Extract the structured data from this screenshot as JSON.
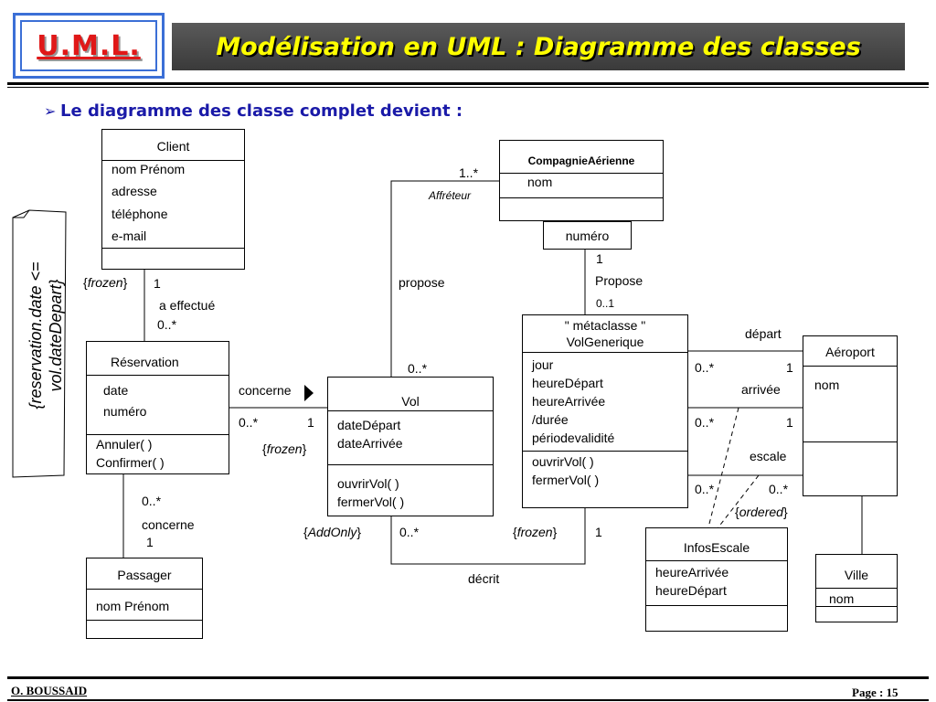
{
  "header": {
    "logo": "U.M.L.",
    "title": "Modélisation en UML : Diagramme des classes"
  },
  "intro": {
    "text": "Le diagramme des classe complet devient :"
  },
  "classes": {
    "client": {
      "name": "Client",
      "attributes": [
        "nom Prénom",
        "adresse",
        "téléphone",
        "e-mail"
      ]
    },
    "compagnie": {
      "name": "CompagnieAérienne",
      "attributes": [
        "nom"
      ],
      "qualifier": "numéro"
    },
    "reservation": {
      "name": "Réservation",
      "attributes": [
        "date",
        "numéro"
      ],
      "operations": [
        "Annuler( )",
        "Confirmer( )"
      ]
    },
    "vol": {
      "name": "Vol",
      "attributes": [
        "dateDépart",
        "dateArrivée"
      ],
      "operations": [
        "ouvrirVol( )",
        "fermerVol( )"
      ]
    },
    "volgenerique": {
      "stereotype": "\" métaclasse \"",
      "name": "VolGenerique",
      "attributes": [
        "jour",
        "heureDépart",
        "heureArrivée",
        "/durée",
        "périodevalidité"
      ],
      "operations": [
        "ouvrirVol( )",
        "fermerVol( )"
      ]
    },
    "aeroport": {
      "name": "Aéroport",
      "attributes": [
        "nom"
      ]
    },
    "passager": {
      "name": "Passager",
      "attributes": [
        "nom Prénom"
      ]
    },
    "infosescale": {
      "name": "InfosEscale",
      "attributes": [
        "heureArrivée",
        "heureDépart"
      ]
    },
    "ville": {
      "name": "Ville",
      "attributes": [
        "nom"
      ]
    }
  },
  "labels": {
    "frozen": "frozen",
    "client_mult": "1",
    "a_effectue": "a effectué",
    "res_mult": "0..*",
    "mult_1_star": "1..*",
    "affreteur": "Affréteur",
    "propose_assoc": "propose",
    "vol_mult_top": "0..*",
    "one_propose": "1",
    "propose_role": "Propose",
    "zero_one": "0..1",
    "concerne": "concerne",
    "conc_mult_left": "0..*",
    "conc_mult_right": "1",
    "frozen_vol": "frozen",
    "depart": "départ",
    "dep_mult_left": "0..*",
    "dep_mult_right": "1",
    "arrivee": "arrivée",
    "arr_mult_left": "0..*",
    "arr_mult_right": "1",
    "escale": "escale",
    "esc_mult_left": "0..*",
    "esc_mult_right": "0..*",
    "ordered": "ordered",
    "pass_mult_top": "0..*",
    "pass_concerne": "concerne",
    "pass_mult_bottom": "1",
    "addonly": "AddOnly",
    "decrit_mult_left": "0..*",
    "frozen_decrit": "frozen",
    "decrit_mult_right": "1",
    "decrit": "décrit"
  },
  "note": {
    "line1": "{reservation.date <=",
    "line2": "vol.dateDepart}"
  },
  "footer": {
    "author": "O. BOUSSAID",
    "page": "Page : 15"
  }
}
